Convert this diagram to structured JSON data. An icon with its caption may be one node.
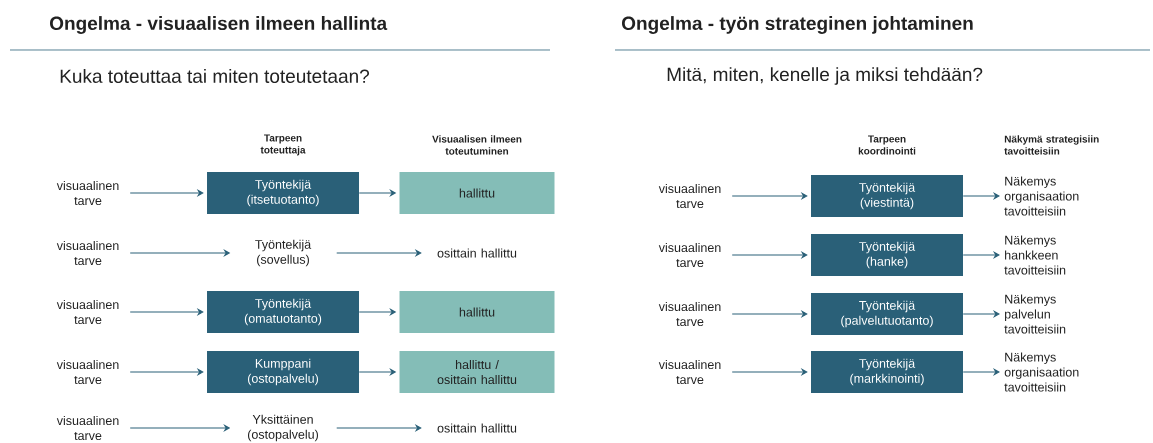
{
  "diagram": {
    "nodes": [
      {
        "text": [
          "visuaalinen tarve"
        ]
      },
      {
        "text": [
          "Työntekijä (itsetuotanto)"
        ]
      },
      {
        "text": [
          "hallittu"
        ]
      },
      {
        "text": [
          "visuaalinen tarve"
        ]
      },
      {
        "text": [
          "Työntekijä (sovellus)"
        ]
      },
      {
        "text": [
          "osittain hallittu"
        ]
      },
      {
        "text": [
          "visuaalinen tarve"
        ]
      },
      {
        "text": [
          "Työntekijä (omatuotanto)"
        ]
      },
      {
        "text": [
          "hallittu"
        ]
      },
      {
        "text": [
          "visuaalinen tarve"
        ]
      },
      {
        "text": [
          "Kumppani (ostopalvelu)"
        ]
      },
      {
        "text": [
          "hallittu / osittain hallittu"
        ]
      },
      {
        "text": [
          "visuaalinen tarve"
        ]
      },
      {
        "text": [
          "Yksittäinen (ostopalvelu)"
        ]
      },
      {
        "text": [
          "osittain hallittu"
        ]
      },
      {
        "text": [
          "visuaalinen tarve"
        ]
      },
      {
        "text": [
          "Työntekijä (viestintä)"
        ]
      },
      {
        "text": [
          "Näkemys organisaation tavoitteisiin"
        ]
      },
      {
        "text": [
          "visuaalinen tarve"
        ]
      },
      {
        "text": [
          "Työntekijä (hanke)"
        ]
      },
      {
        "text": [
          "Näkemys hankkeen tavoitteisiin"
        ]
      },
      {
        "text": [
          "visuaalinen tarve"
        ]
      },
      {
        "text": [
          "Työntekijä (palvelutuotanto)"
        ]
      },
      {
        "text": [
          "Näkemys palvelun tavoitteisiin"
        ]
      },
      {
        "text": [
          "visuaalinen tarve"
        ]
      },
      {
        "text": [
          "Työntekijä (markkinointi)"
        ]
      },
      {
        "text": [
          "Näkemys organisaation tavoitteisiin"
        ]
      }
    ],
    "edges": [
      {
        "from": 0,
        "to": 1,
        "arrow": "to"
      },
      {
        "from": 1,
        "to": 2,
        "arrow": "to"
      },
      {
        "from": 3,
        "to": 4,
        "arrow": "to"
      },
      {
        "from": 4,
        "to": 5,
        "arrow": "to"
      },
      {
        "from": 6,
        "to": 7,
        "arrow": "to"
      },
      {
        "from": 7,
        "to": 8,
        "arrow": "to"
      },
      {
        "from": 9,
        "to": 10,
        "arrow": "to"
      },
      {
        "from": 10,
        "to": 11,
        "arrow": "to"
      },
      {
        "from": 12,
        "to": 13,
        "arrow": "to"
      },
      {
        "from": 13,
        "to": 14,
        "arrow": "to"
      },
      {
        "from": 15,
        "to": 16,
        "arrow": "to"
      },
      {
        "from": 16,
        "to": 17,
        "arrow": "to"
      },
      {
        "from": 18,
        "to": 19,
        "arrow": "to"
      },
      {
        "from": 19,
        "to": 20,
        "arrow": "to"
      },
      {
        "from": 21,
        "to": 22,
        "arrow": "to"
      },
      {
        "from": 22,
        "to": 23,
        "arrow": "to"
      },
      {
        "from": 24,
        "to": 25,
        "arrow": "to"
      },
      {
        "from": 25,
        "to": 26,
        "arrow": "to"
      }
    ],
    "labels": [
      "Ongelma - visuaalisen ilmeen hallinta",
      "Ongelma - työn strateginen johtaminen",
      "Kuka toteuttaa tai miten toteutetaan?",
      "Mitä, miten, kenelle ja miksi tehdään?",
      "Tarpeen toteuttaja",
      "Visuaalisen ilmeen toteutuminen",
      "Tarpeen koordinointi",
      "Näkymä strategisiin tavoitteisiin"
    ]
  }
}
